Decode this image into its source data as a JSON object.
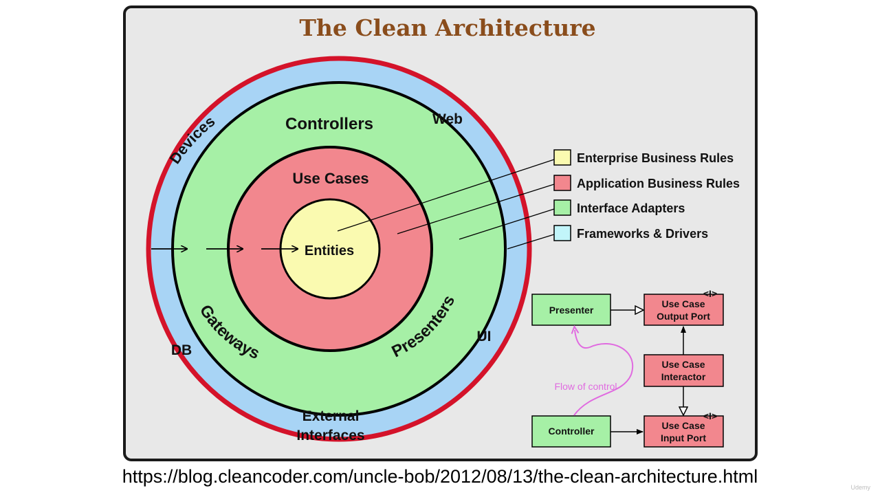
{
  "title": "The Clean Architecture",
  "colors": {
    "frame_bg": "#e8e8e8",
    "frame_border": "#1a1a1a",
    "outer_border": "#d4132a",
    "frameworks": "#a8d4f5",
    "adapters": "#a6f0a6",
    "application": "#f2878e",
    "enterprise": "#fafab0",
    "title": "#8a4d1c",
    "flow": "#e06be0"
  },
  "rings": {
    "devices": "Devices",
    "web": "Web",
    "db": "DB",
    "ui": "UI",
    "external_line1": "External",
    "external_line2": "Interfaces",
    "controllers": "Controllers",
    "gateways": "Gateways",
    "presenters": "Presenters",
    "use_cases": "Use Cases",
    "entities": "Entities"
  },
  "legend": [
    {
      "label": "Enterprise Business Rules",
      "color": "#fafab0"
    },
    {
      "label": "Application Business Rules",
      "color": "#f2878e"
    },
    {
      "label": "Interface Adapters",
      "color": "#a6f0a6"
    },
    {
      "label": "Frameworks & Drivers",
      "color": "#c2f5fa"
    }
  ],
  "flow_diagram": {
    "presenter": "Presenter",
    "controller": "Controller",
    "output_port_line1": "Use Case",
    "output_port_line2": "Output Port",
    "interactor_line1": "Use Case",
    "interactor_line2": "Interactor",
    "input_port_line1": "Use Case",
    "input_port_line2": "Input Port",
    "interface_marker": "<I>",
    "flow_label": "Flow of control"
  },
  "source_url": "https://blog.cleancoder.com/uncle-bob/2012/08/13/the-clean-architecture.html",
  "watermark": "Udemy"
}
